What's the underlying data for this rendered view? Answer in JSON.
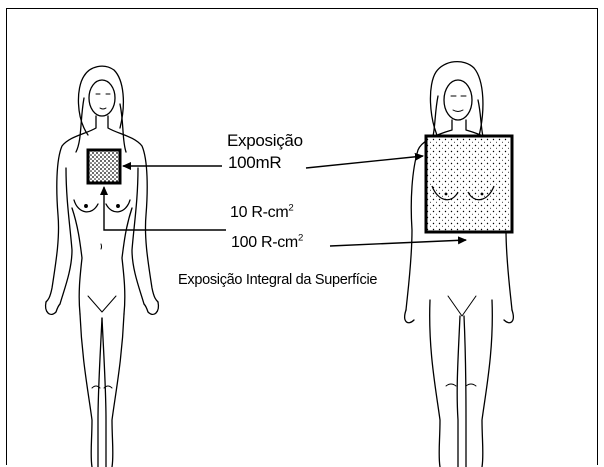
{
  "labels": {
    "exposure_title": "Exposição",
    "exposure_value": "100mR",
    "small_area_value": "10 R-cm",
    "large_area_value": "100 R-cm",
    "area_unit_exponent": "2",
    "integral_caption": "Exposição Integral da Superfície"
  },
  "figures": [
    {
      "name": "left-figure",
      "exposure_field": "small"
    },
    {
      "name": "right-figure",
      "exposure_field": "large"
    }
  ],
  "colors": {
    "ink": "#000000",
    "background": "#ffffff"
  }
}
